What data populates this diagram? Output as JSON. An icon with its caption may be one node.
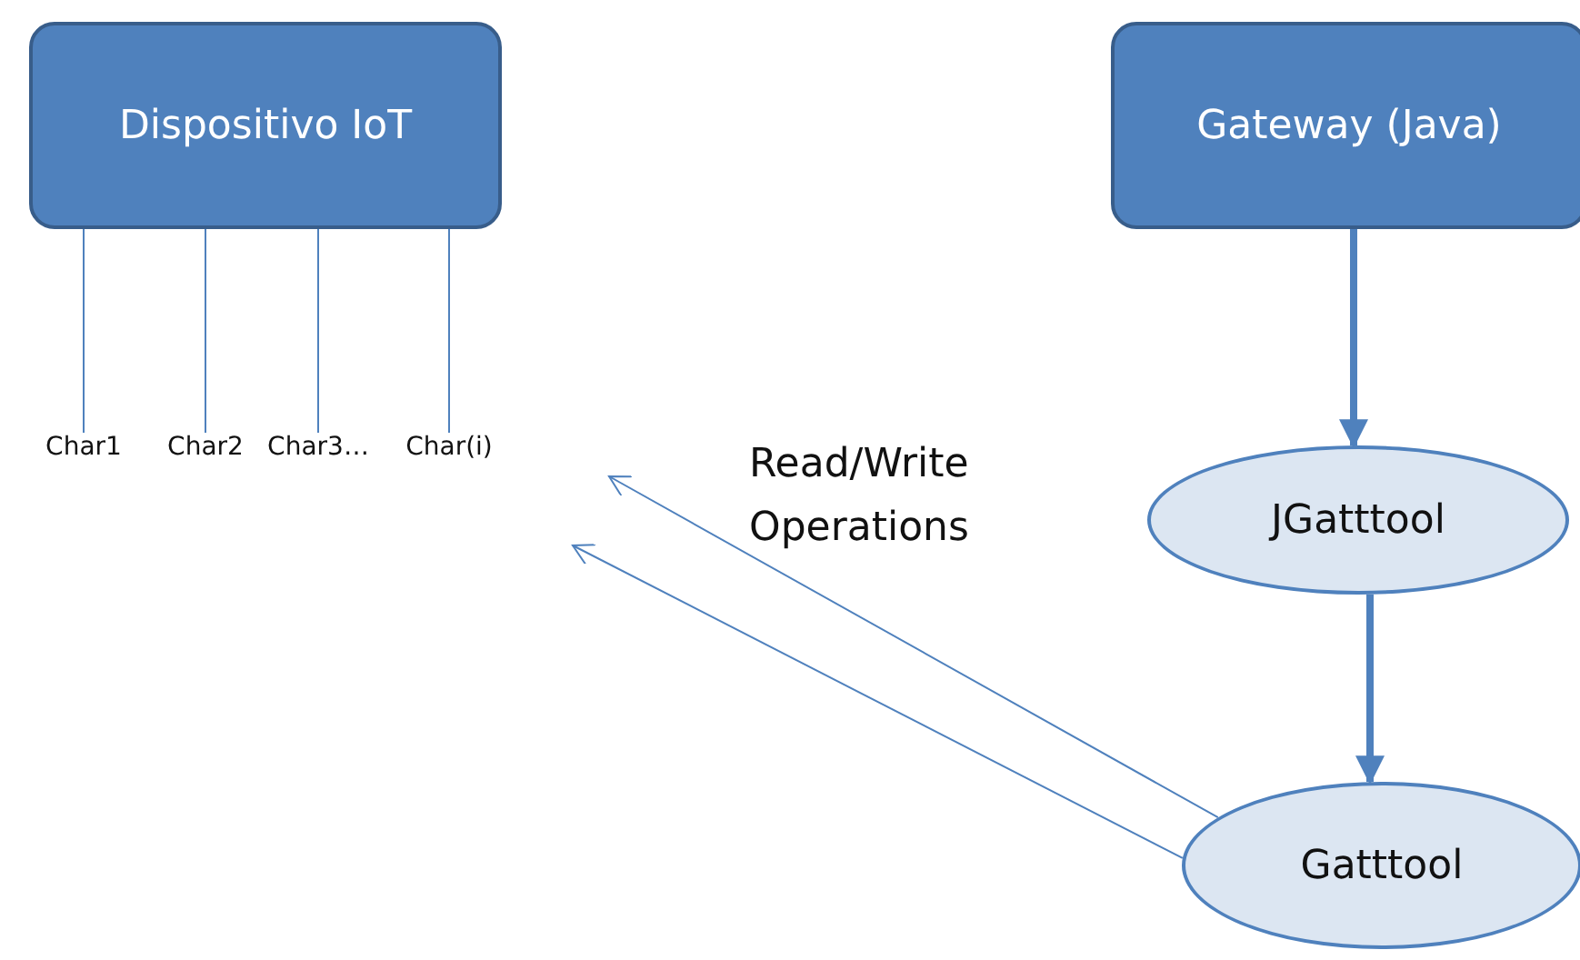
{
  "diagram": {
    "nodes": [
      {
        "text": [
          "Dispositivo IoT"
        ]
      },
      {
        "text": [
          "Char1"
        ]
      },
      {
        "text": [
          "Char2"
        ]
      },
      {
        "text": [
          "Char3…"
        ]
      },
      {
        "text": [
          "Char(i)"
        ]
      },
      {
        "text": [
          "Gateway (Java)"
        ]
      },
      {
        "text": [
          "JGatttool"
        ]
      },
      {
        "text": [
          "Gatttool"
        ]
      }
    ],
    "edges": [
      {
        "from": 0,
        "to": 1,
        "arrow": "none"
      },
      {
        "from": 0,
        "to": 2,
        "arrow": "none"
      },
      {
        "from": 0,
        "to": 3,
        "arrow": "none"
      },
      {
        "from": 0,
        "to": 4,
        "arrow": "none"
      },
      {
        "from": 5,
        "to": 6,
        "arrow": "to",
        "style": "thick"
      },
      {
        "from": 6,
        "to": 7,
        "arrow": "to",
        "style": "thick"
      },
      {
        "from": 7,
        "to": null,
        "arrow": "to"
      },
      {
        "from": 7,
        "to": null,
        "arrow": "to"
      }
    ],
    "labels": [
      "Read/Write Operations"
    ]
  }
}
